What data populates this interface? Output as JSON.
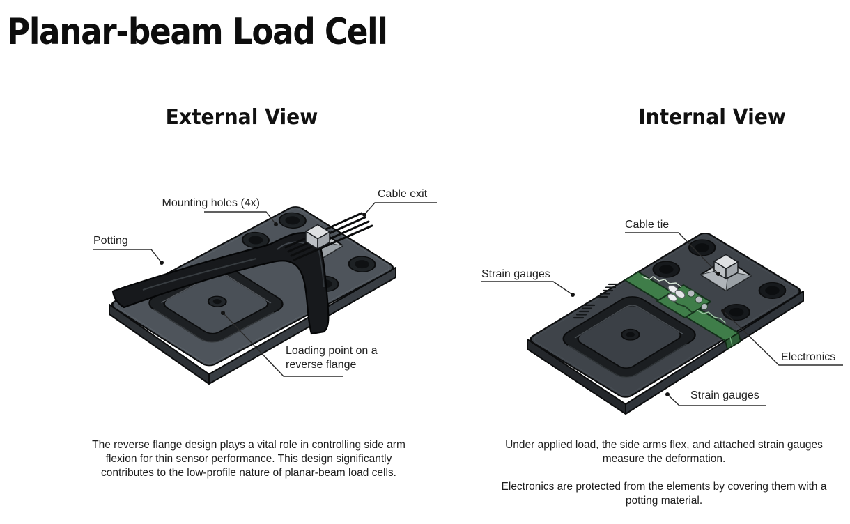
{
  "page": {
    "title": "Planar-beam Load Cell"
  },
  "external": {
    "heading": "External View",
    "labels": {
      "mounting_holes": "Mounting holes (4x)",
      "cable_exit": "Cable exit",
      "potting": "Potting",
      "loading_point_line1": "Loading point on a",
      "loading_point_line2": "reverse flange"
    },
    "caption": "The reverse flange design plays a vital role in controlling side arm flexion for thin sensor performance. This design significantly contributes to the low-profile nature of planar-beam load cells."
  },
  "internal": {
    "heading": "Internal View",
    "labels": {
      "cable_tie": "Cable tie",
      "strain_gauges_top": "Strain gauges",
      "electronics": "Electronics",
      "strain_gauges_bottom": "Strain gauges"
    },
    "captions": {
      "p1": "Under applied load, the side arms flex, and attached strain gauges measure the deformation.",
      "p2": "Electronics are protected from the elements by covering them with a potting material."
    }
  },
  "colors": {
    "background": "#ffffff",
    "text": "#1d1d1d",
    "plate_external_top": "#4e545b",
    "plate_internal_top": "#3f444a",
    "potting_black": "#17191c",
    "pcb_green": "#3f7d49",
    "cable_tie_gray": "#c6cacd"
  }
}
